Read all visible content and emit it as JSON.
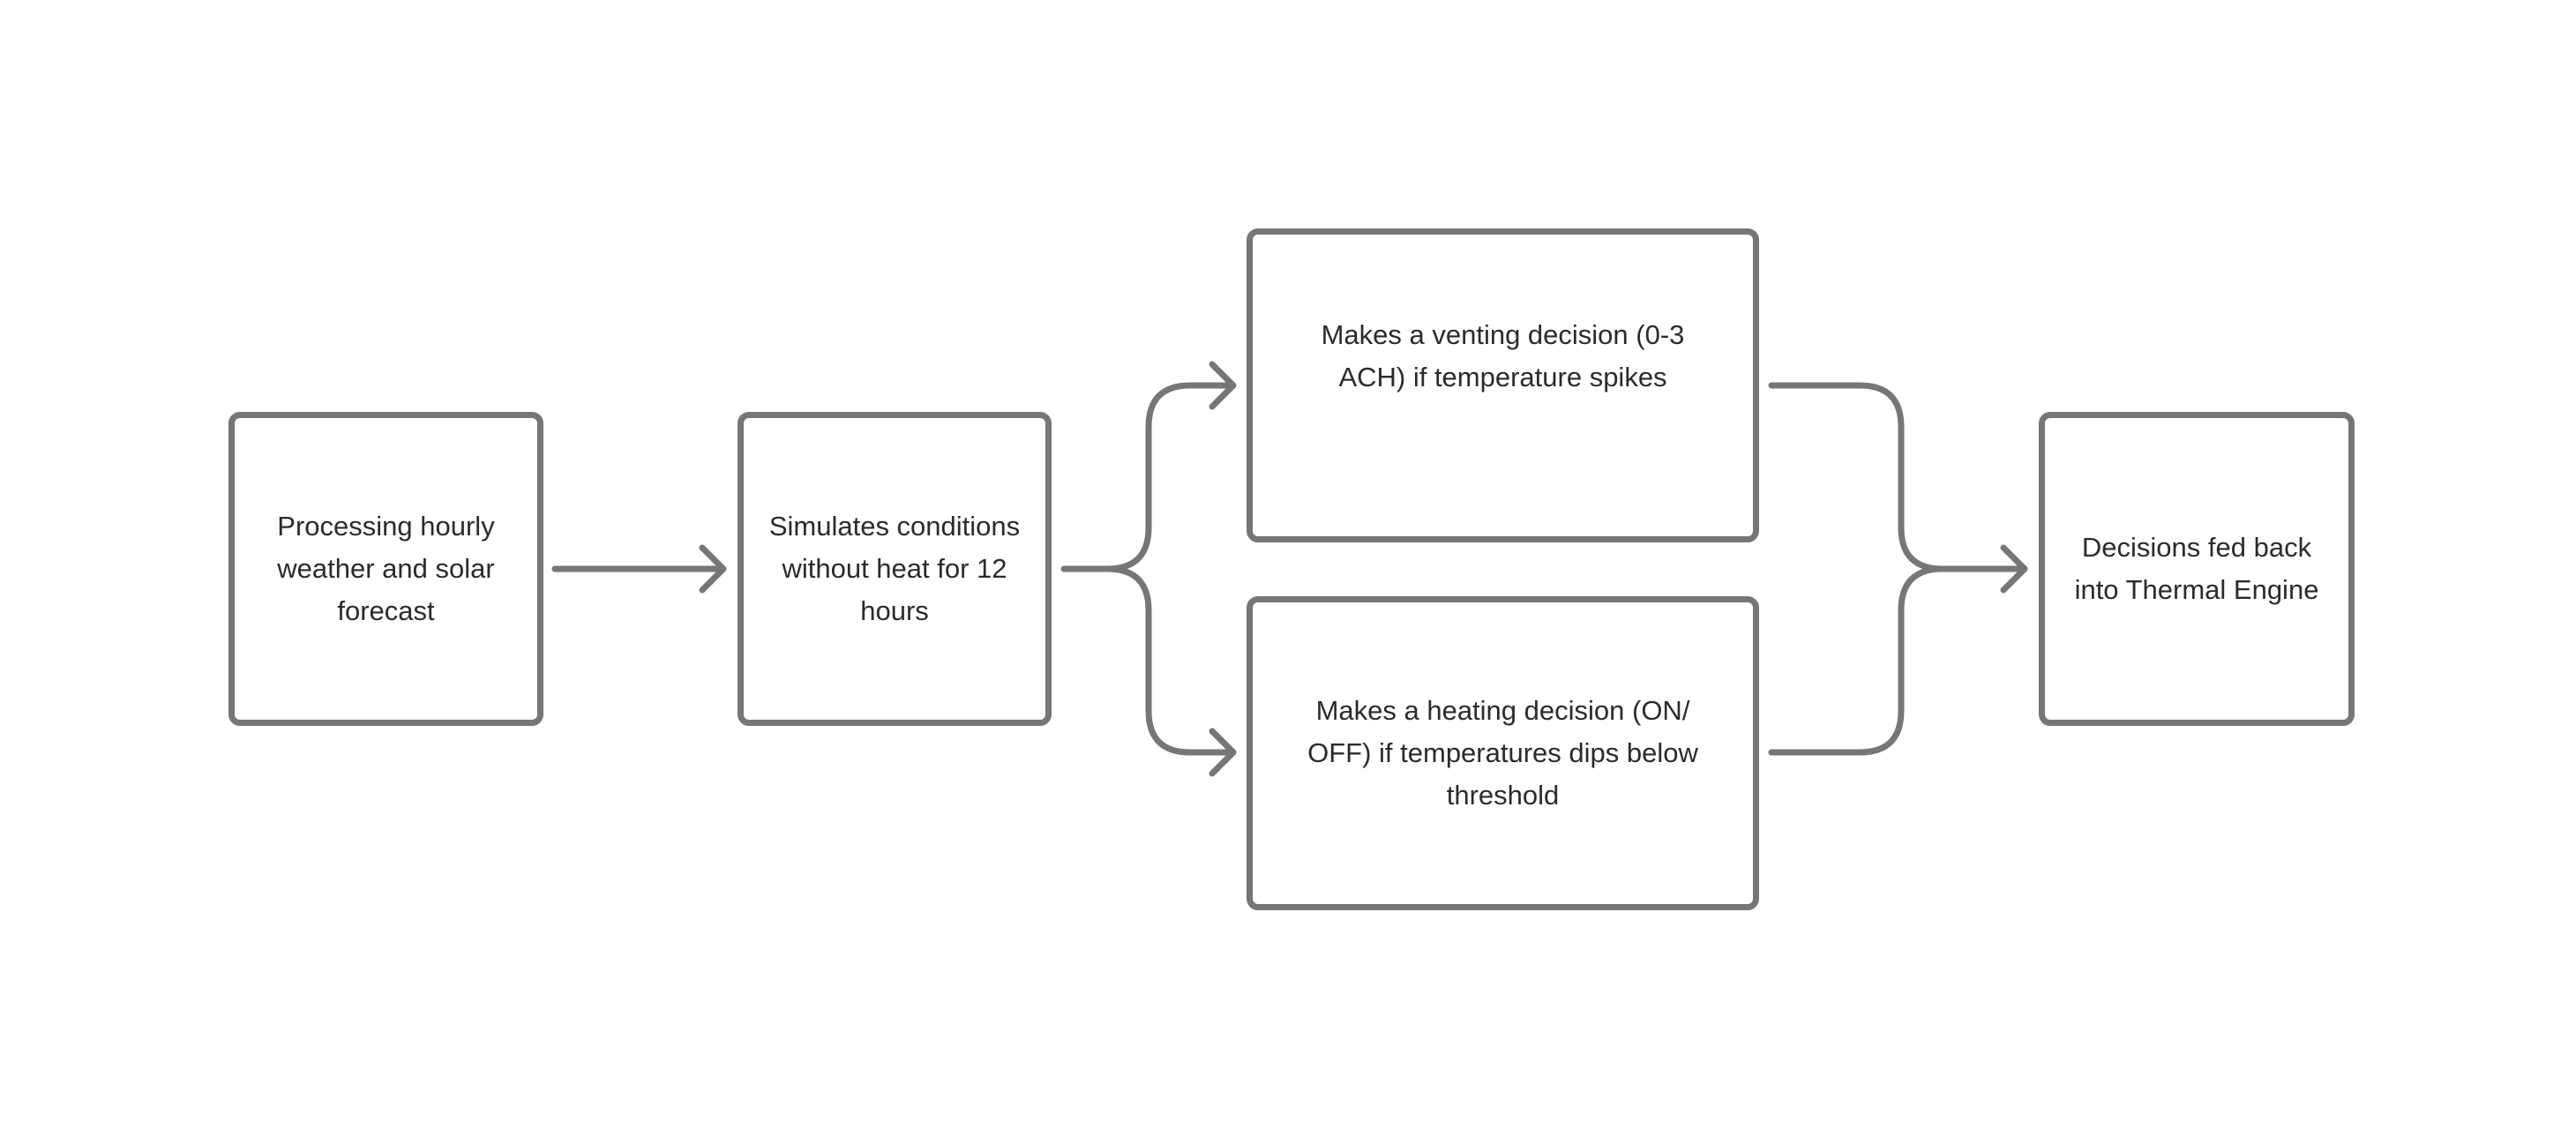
{
  "diagram": {
    "nodes": [
      {
        "id": "n1",
        "text": "Processing hourly weather and solar forecast"
      },
      {
        "id": "n2",
        "text": "Simulates conditions without heat for 12 hours"
      },
      {
        "id": "n3",
        "text": "Makes a venting decision (0-3 ACH) if temperature spikes"
      },
      {
        "id": "n4",
        "text": "Makes a heating decision (ON/ OFF) if temperatures dips below threshold"
      },
      {
        "id": "n5",
        "text": "Decisions fed back into Thermal Engine"
      }
    ],
    "edges": [
      {
        "from": "n1",
        "to": "n2"
      },
      {
        "from": "n2",
        "to": "n3"
      },
      {
        "from": "n2",
        "to": "n4"
      },
      {
        "from": "n3",
        "to": "n5"
      },
      {
        "from": "n4",
        "to": "n5"
      }
    ],
    "colors": {
      "stroke": "#767676",
      "text": "#2b2b2b",
      "background": "#ffffff"
    }
  }
}
